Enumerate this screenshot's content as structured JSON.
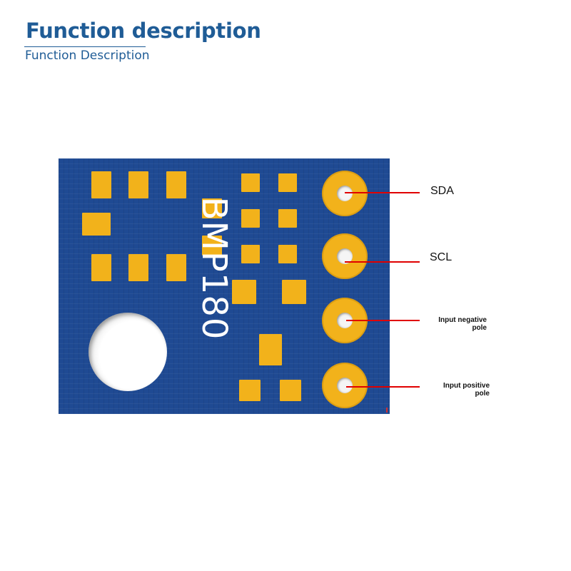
{
  "header": {
    "title": "Function description",
    "subtitle": "Function Description"
  },
  "board": {
    "chip_marking": "BMP180",
    "board_color": "#1f4a93",
    "pad_color": "#f2b21b",
    "leader_color": "#e00000"
  },
  "pins": [
    {
      "label": "SDA"
    },
    {
      "label": "SCL"
    },
    {
      "label_line1": "Input negative",
      "label_line2": "pole"
    },
    {
      "label_line1": "Input positive",
      "label_line2": "pole"
    }
  ]
}
